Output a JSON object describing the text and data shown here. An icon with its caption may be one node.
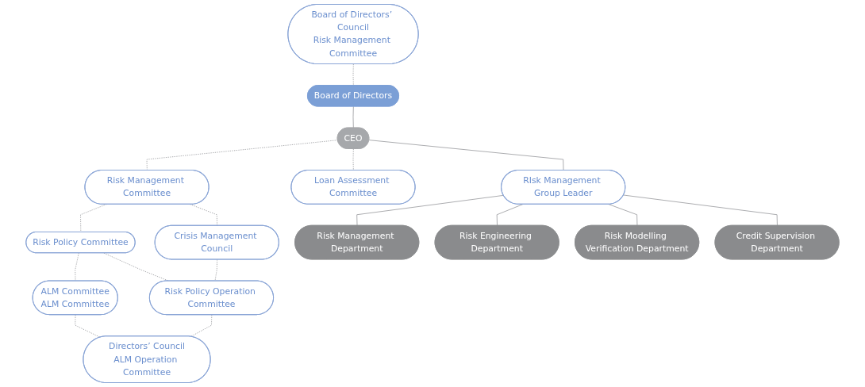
{
  "diagram": {
    "nodes": [
      {
        "text": [
          "Board of Directors"
        ]
      },
      {
        "text": [
          "Board of Directors’ Council",
          "Risk Management Committee"
        ]
      },
      {
        "text": [
          "CEO"
        ]
      },
      {
        "text": [
          "ALM Committee",
          "ALM Committee"
        ]
      },
      {
        "text": [
          "Risk Policy Committee"
        ]
      },
      {
        "text": [
          "Risk Management Committee"
        ]
      },
      {
        "text": [
          "Loan Assessment Committee"
        ]
      },
      {
        "text": [
          "Directors’ Council",
          "ALM Operation Committee"
        ]
      },
      {
        "text": [
          "Risk Policy Operation Committee"
        ]
      },
      {
        "text": [
          "Crisis Management Council"
        ]
      },
      {
        "text": [
          "RIsk Management Group Leader"
        ]
      },
      {
        "text": [
          "Risk Management Department"
        ]
      },
      {
        "text": [
          "Risk Engineering Department"
        ]
      },
      {
        "text": [
          "Risk Modelling Verification Department"
        ]
      },
      {
        "text": [
          "Credit Supervision Department"
        ]
      }
    ],
    "edges": [
      {
        "from": 0,
        "to": 2,
        "arrow": "none"
      },
      {
        "from": 1,
        "to": 0,
        "arrow": "none",
        "style": "dashed"
      },
      {
        "from": 2,
        "to": 5,
        "arrow": "none",
        "style": "dashed"
      },
      {
        "from": 2,
        "to": 6,
        "arrow": "none",
        "style": "dashed"
      },
      {
        "from": 5,
        "to": 4,
        "arrow": "none",
        "style": "dashed"
      },
      {
        "from": 4,
        "to": 3,
        "arrow": "none",
        "style": "dashed"
      },
      {
        "from": 5,
        "to": 9,
        "arrow": "none",
        "style": "dashed"
      },
      {
        "from": 4,
        "to": 8,
        "arrow": "none",
        "style": "dashed"
      },
      {
        "from": 3,
        "to": 7,
        "arrow": "none",
        "style": "dashed"
      },
      {
        "from": 9,
        "to": 8,
        "arrow": "none",
        "style": "dashed"
      },
      {
        "from": 8,
        "to": 7,
        "arrow": "none",
        "style": "dashed"
      },
      {
        "from": 2,
        "to": 10,
        "arrow": "none"
      },
      {
        "from": 10,
        "to": 11,
        "arrow": "none"
      },
      {
        "from": 10,
        "to": 12,
        "arrow": "none"
      },
      {
        "from": 10,
        "to": 13,
        "arrow": "none"
      },
      {
        "from": 10,
        "to": 14,
        "arrow": "none"
      }
    ]
  }
}
